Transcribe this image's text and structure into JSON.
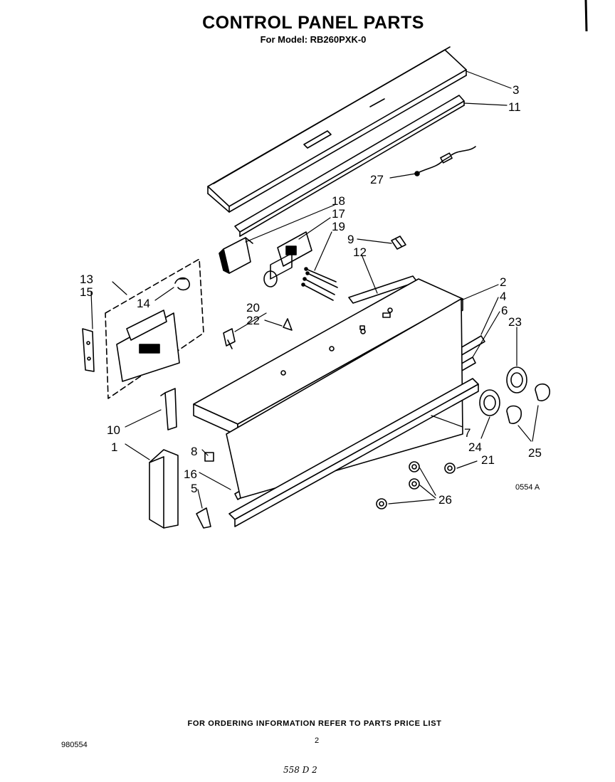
{
  "title": "CONTROL PANEL PARTS",
  "subtitle": "For Model: RB260PXK-0",
  "figure_code": "0554 A",
  "footer": "FOR ORDERING INFORMATION REFER TO PARTS PRICE LIST",
  "doc_number": "980554",
  "page_number": "2",
  "handwritten_note": "558 D 2",
  "callouts": {
    "c1": "1",
    "c2": "2",
    "c3": "3",
    "c4": "4",
    "c5": "5",
    "c6": "6",
    "c7": "7",
    "c8": "8",
    "c9": "9",
    "c10": "10",
    "c11": "11",
    "c12": "12",
    "c13": "13",
    "c14": "14",
    "c15": "15",
    "c16": "16",
    "c17": "17",
    "c18": "18",
    "c19": "19",
    "c20": "20",
    "c21": "21",
    "c22": "22",
    "c23": "23",
    "c24": "24",
    "c25": "25",
    "c26": "26",
    "c27": "27"
  }
}
